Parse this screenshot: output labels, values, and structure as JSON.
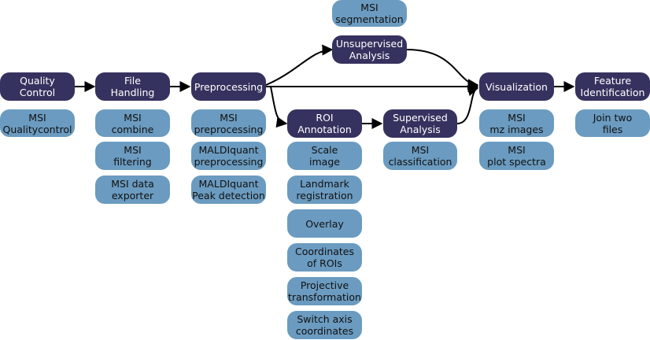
{
  "colors": {
    "category": "#36325f",
    "tool": "#6b9bc0"
  },
  "nodes": {
    "msi_segmentation": "MSI\nsegmentation",
    "unsupervised_analysis": "Unsupervised\nAnalysis",
    "quality_control": "Quality\nControl",
    "file_handling": "File\nHandling",
    "preprocessing": "Preprocessing",
    "visualization": "Visualization",
    "feature_identification": "Feature\nIdentification",
    "msi_qualitycontrol": "MSI\nQualitycontrol",
    "msi_combine": "MSI\ncombine",
    "msi_filtering": "MSI\nfiltering",
    "msi_data_exporter": "MSI data\nexporter",
    "msi_preprocessing": "MSI\npreprocessing",
    "maldiquant_preprocessing": "MALDIquant\npreprocessing",
    "maldiquant_peak_detection": "MALDIquant\nPeak detection",
    "roi_annotation": "ROI\nAnnotation",
    "supervised_analysis": "Supervised\nAnalysis",
    "msi_classification": "MSI\nclassification",
    "msi_mz_images": "MSI\nmz images",
    "msi_plot_spectra": "MSI\nplot spectra",
    "join_two_files": "Join two\nfiles",
    "scale_image": "Scale\nimage",
    "landmark_registration": "Landmark\nregistration",
    "overlay": "Overlay",
    "coordinates_of_rois": "Coordinates\nof ROIs",
    "projective_transformation": "Projective\ntransformation",
    "switch_axis_coordinates": "Switch axis\ncoordinates"
  }
}
